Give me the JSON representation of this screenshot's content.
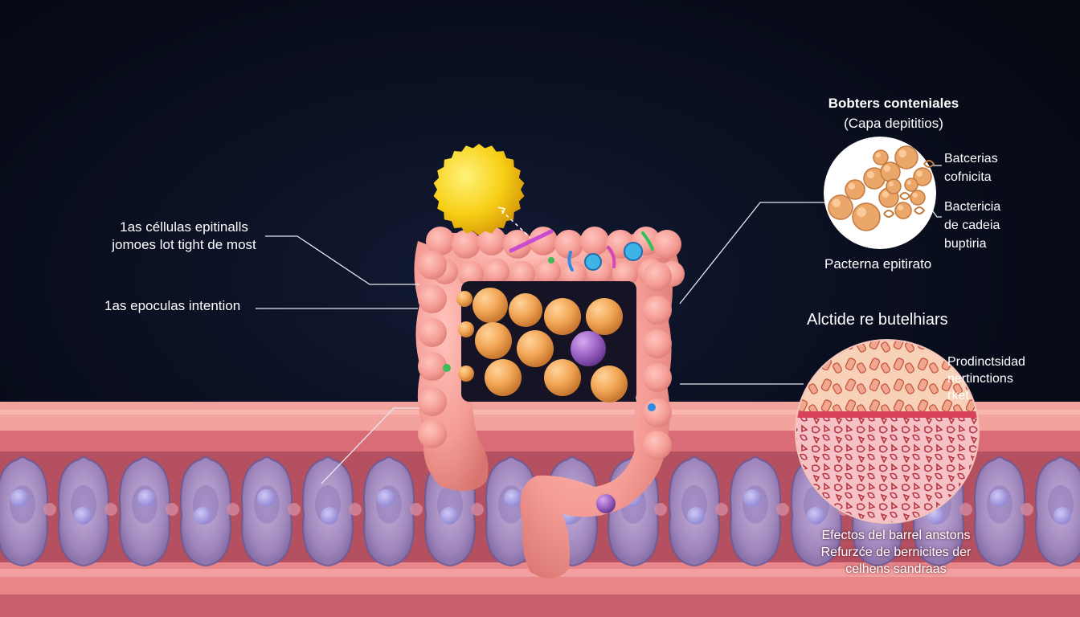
{
  "labels": {
    "left_top_line1": "1as céllulas epitinalls",
    "left_top_line2": "jomoes lot tight de most",
    "left_mid": "1as epoculas intention",
    "right_top_title": "Bobters conteniales",
    "right_top_subtitle": "(Capa depititios)",
    "inset1_label_a_line1": "Batcerias",
    "inset1_label_a_line2": "cofnicita",
    "inset1_label_b_line1": "Bactericia",
    "inset1_label_b_line2": "de cadeia",
    "inset1_label_b_line3": "buptiria",
    "inset1_caption": "Pacterna epitirato",
    "right_mid_title": "Alctide re butelhiars",
    "inset2_label_line1": "Prodinctsidad",
    "inset2_label_line2": "nertinctions",
    "inset2_label_line3": "rket",
    "bottom_line1": "Efectos del barrel anstons",
    "bottom_line2": "Refurzće de bernicites der",
    "bottom_line3": "celhens sandraas"
  },
  "colors": {
    "background": "#070b16",
    "tissue_pink": "#f4a19b",
    "tissue_dark": "#d9727a",
    "cell_purple": "#a895c9",
    "sphere_orange": "#f0a85c",
    "sphere_purple": "#9b62c4",
    "yellow_particle": "#f7d21c",
    "bacteria_orange": "#e9a56d",
    "leader_lines": "#ffffff"
  }
}
